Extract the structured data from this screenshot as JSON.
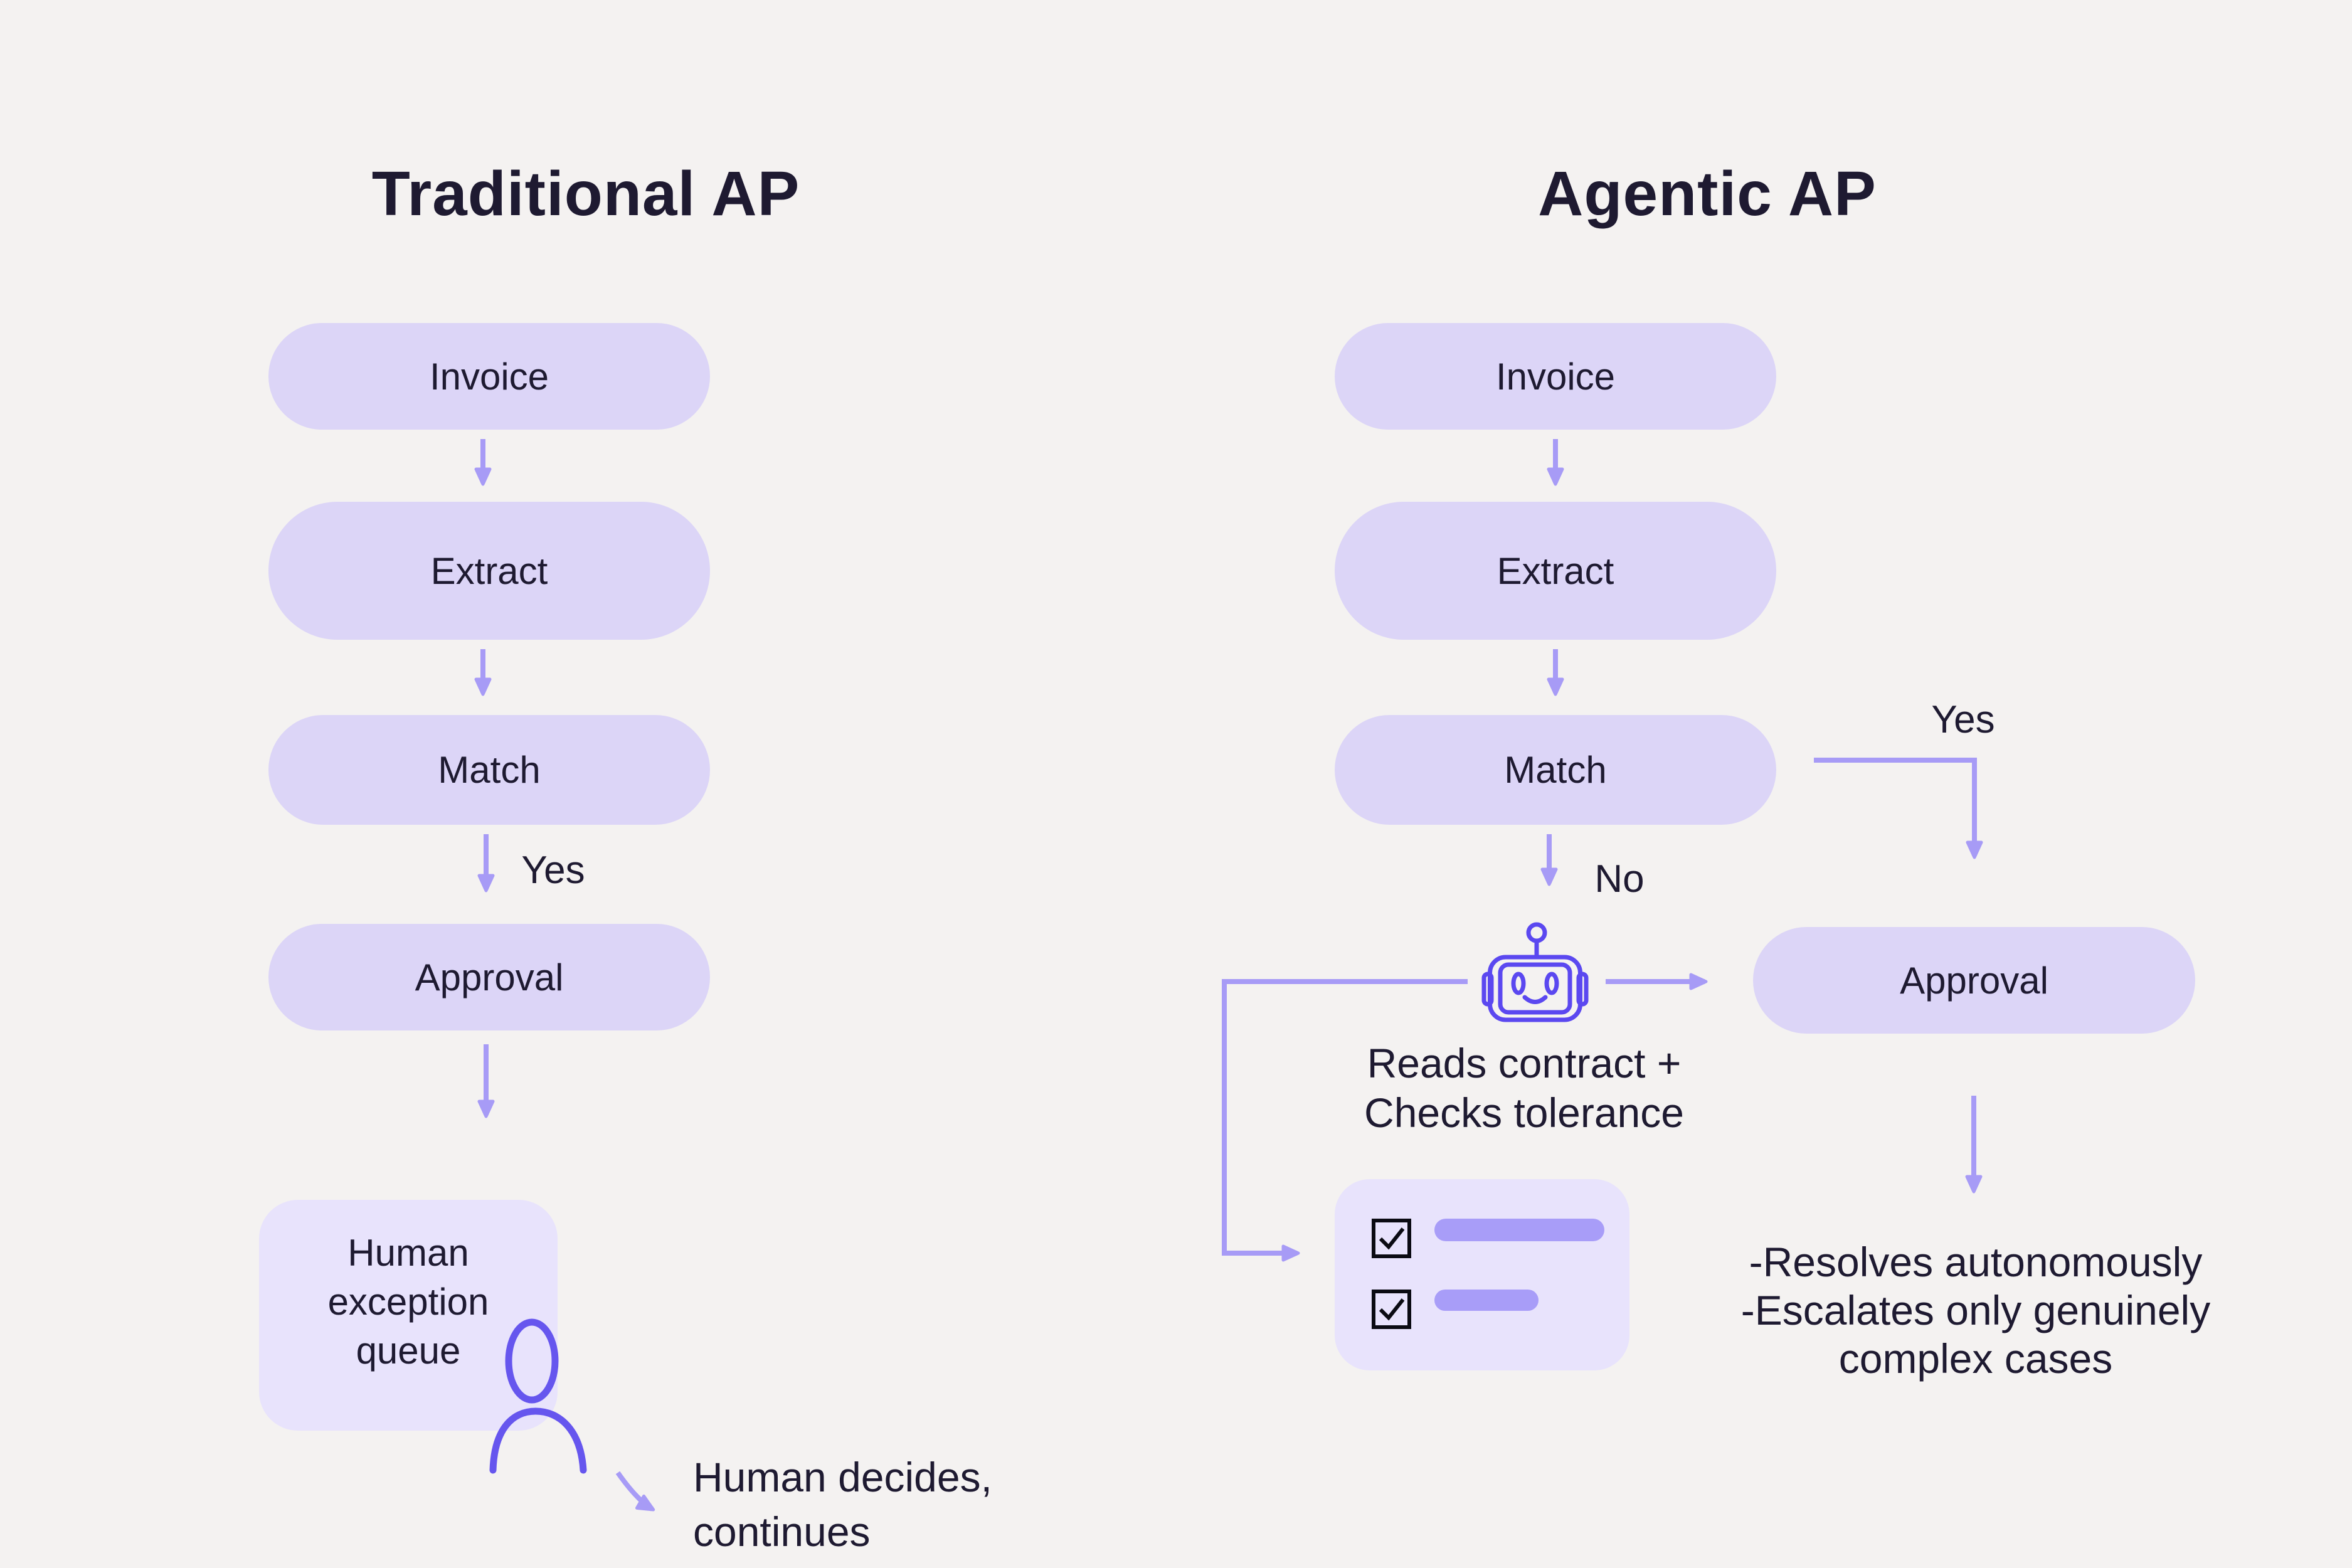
{
  "colors": {
    "background": "#f4f2f1",
    "node_fill": "#dcd5f7",
    "panel_fill": "#e8e3fc",
    "bar_fill": "#a89df8",
    "arrow": "#a79bf6",
    "icon_stroke": "#5b48f0",
    "person_stroke": "#6656ee",
    "text": "#1e1a31",
    "checkbox": "#0b0b13"
  },
  "left": {
    "title": "Traditional AP",
    "nodes": {
      "invoice": "Invoice",
      "extract": "Extract",
      "match": "Match",
      "approval": "Approval",
      "exception": "Human exception queue"
    },
    "labels": {
      "yes": "Yes"
    },
    "note": "Human decides, continues"
  },
  "right": {
    "title": "Agentic AP",
    "nodes": {
      "invoice": "Invoice",
      "extract": "Extract",
      "match": "Match",
      "approval": "Approval"
    },
    "labels": {
      "yes": "Yes",
      "no": "No"
    },
    "agent_caption": "Reads contract + Checks tolerance",
    "outcome_lines": [
      "-Resolves autonomously",
      "-Escalates only genuinely",
      "complex cases"
    ]
  },
  "icons": {
    "robot": "robot-icon",
    "person": "person-icon",
    "checkbox": "checkbox-checked-icon"
  }
}
